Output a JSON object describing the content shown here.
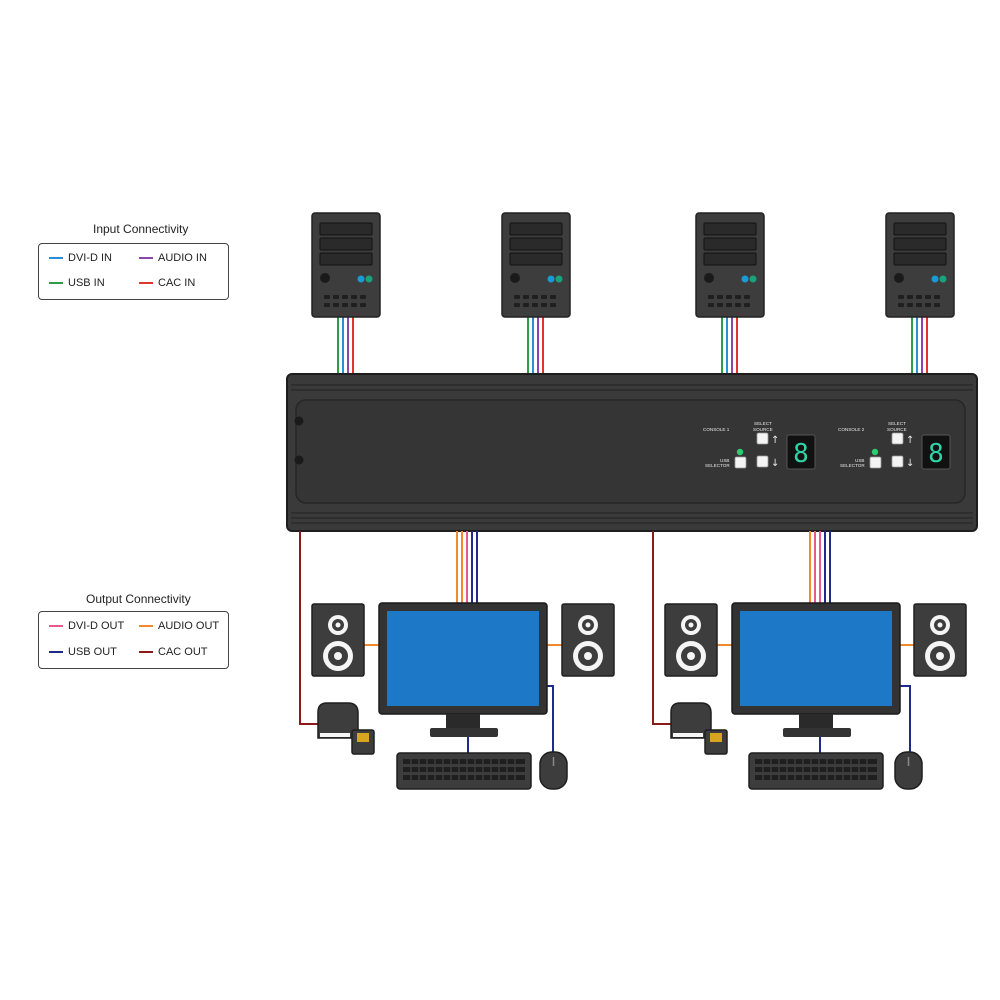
{
  "legend_input": {
    "title": "Input Connectivity",
    "items": [
      {
        "label": "DVI-D IN",
        "color": "#2a8fd6"
      },
      {
        "label": "AUDIO IN",
        "color": "#8e44ad"
      },
      {
        "label": "USB IN",
        "color": "#2e9e46"
      },
      {
        "label": "CAC IN",
        "color": "#e0342c"
      }
    ]
  },
  "legend_output": {
    "title": "Output Connectivity",
    "items": [
      {
        "label": "DVI-D OUT",
        "color": "#e85a8a"
      },
      {
        "label": "AUDIO OUT",
        "color": "#f08a2c"
      },
      {
        "label": "USB OUT",
        "color": "#1f2a8a"
      },
      {
        "label": "CAC OUT",
        "color": "#8b1a1a"
      }
    ]
  },
  "kvm": {
    "console1": {
      "console_label": "CONSOLE 1",
      "select_label_1": "SELECT",
      "select_label_2": "SOURCE",
      "usb_label_1": "USB",
      "usb_label_2": "SELECTOR",
      "display_digit": "8",
      "up_arrow": "↑",
      "down_arrow": "↓"
    },
    "console2": {
      "console_label": "CONSOLE 2",
      "select_label_1": "SELECT",
      "select_label_2": "SOURCE",
      "usb_label_1": "USB",
      "usb_label_2": "SELECTOR",
      "display_digit": "8",
      "up_arrow": "↑",
      "down_arrow": "↓"
    }
  },
  "colors": {
    "device_body": "#3d3d3d",
    "device_dark": "#2a2a2a",
    "screen_blue": "#1e78c8",
    "led_teal": "#1aa3a0",
    "led_green": "#2ecc71",
    "background": "#ffffff"
  }
}
